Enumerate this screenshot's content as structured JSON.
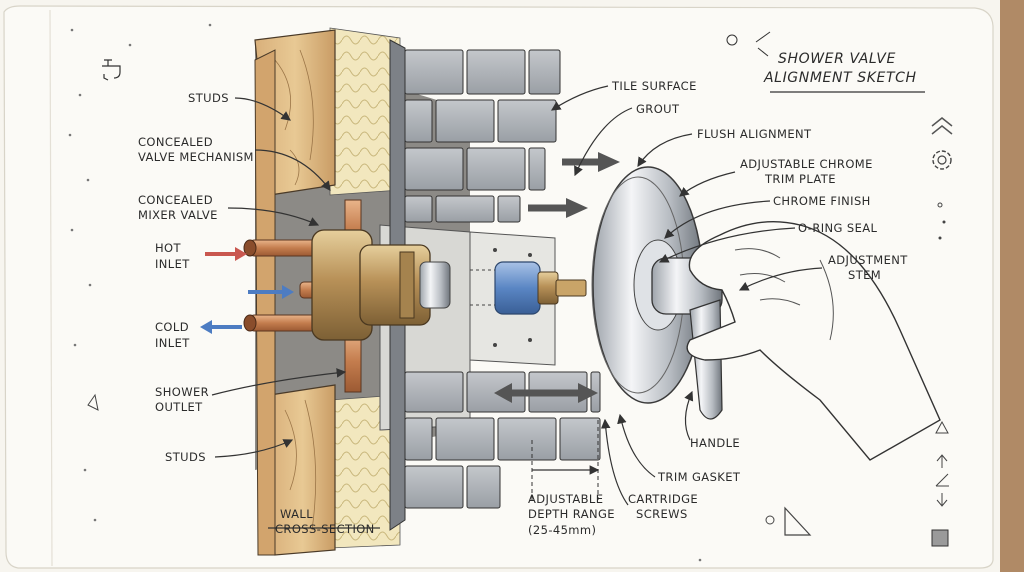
{
  "title": {
    "line1": "SHOWER VALVE",
    "line2": "ALIGNMENT SKETCH"
  },
  "labels": {
    "studs_top": "STUDS",
    "concealed_valve_1": "CONCEALED",
    "concealed_valve_2": "VALVE MECHANISM",
    "concealed_mixer_1": "CONCEALED",
    "concealed_mixer_2": "MIXER VALVE",
    "hot_1": "HOT",
    "hot_2": "INLET",
    "cold_1": "COLD",
    "cold_2": "INLET",
    "shower_1": "SHOWER",
    "shower_2": "OUTLET",
    "studs_bottom": "STUDS",
    "wall_1": "WALL",
    "wall_2": "CROSS-SECTION",
    "tile_surface": "TILE SURFACE",
    "grout": "GROUT",
    "flush_alignment": "FLUSH ALIGNMENT",
    "trim_plate_1": "ADJUSTABLE CHROME",
    "trim_plate_2": "TRIM PLATE",
    "chrome_finish": "CHROME FINISH",
    "oring": "O-RING SEAL",
    "stem_1": "ADJUSTMENT",
    "stem_2": "STEM",
    "handle": "HANDLE",
    "trim_gasket": "TRIM GASKET",
    "depth_1": "ADJUSTABLE",
    "depth_2": "DEPTH RANGE",
    "depth_3": "(25-45mm)",
    "cartridge_1": "CARTRIDGE",
    "cartridge_2": "SCREWS"
  },
  "icons": [
    "faucet-icon",
    "chevron-up-icon",
    "gear-icon",
    "triangle-icon",
    "arrow-up-icon",
    "angle-icon",
    "arrow-down-icon",
    "ruler-triangle-icon",
    "square-icon"
  ],
  "colors": {
    "hot": "#c9574f",
    "cold": "#4d7cc2",
    "copper": "#c98a5a",
    "brass": "#b89158",
    "paper": "#fbfaf6"
  }
}
